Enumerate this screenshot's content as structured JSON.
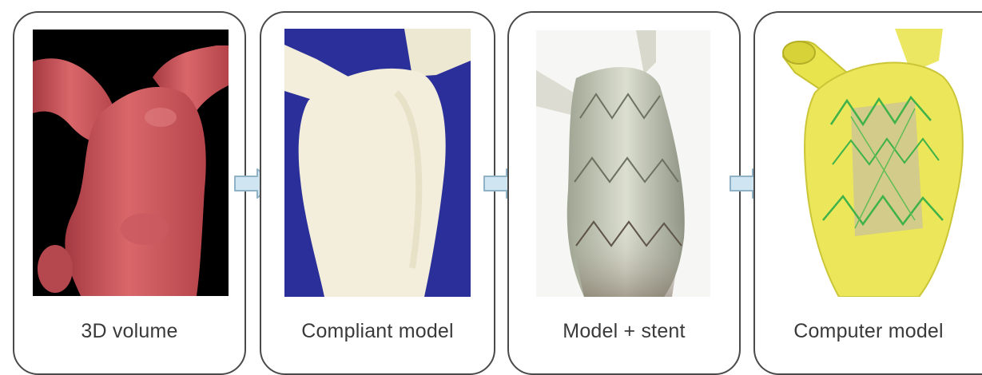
{
  "panels": [
    {
      "label": "3D volume",
      "image": "3d-volume-render-image"
    },
    {
      "label": "Compliant model",
      "image": "compliant-model-photo"
    },
    {
      "label": "Model + stent",
      "image": "model-with-stent-photo"
    },
    {
      "label": "Computer model",
      "image": "computer-model-render"
    }
  ],
  "arrows": [
    "right-arrow-icon",
    "right-arrow-icon",
    "right-arrow-icon"
  ],
  "colors": {
    "panel_border": "#4a4a4a",
    "arrow_fill": "#cfe6f2",
    "arrow_stroke": "#8fb2c6",
    "volume_bg": "#000000",
    "volume_red": "#c9545a",
    "compliant_bg": "#2b2f9a",
    "compliant_model": "#f2eedb",
    "stent_model": "#cfd3c4",
    "computer_yellow": "#e6e34c"
  }
}
